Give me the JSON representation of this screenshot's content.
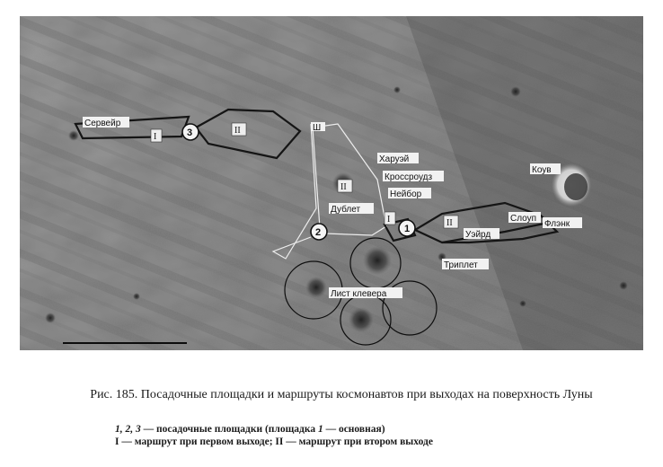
{
  "map": {
    "labels": {
      "surveyor": "Сервейр",
      "harvey": "Харуэй",
      "crossroads": "Кроссроудз",
      "neighbor": "Нейбор",
      "doublet": "Дублет",
      "cove": "Коув",
      "slope": "Слоуп",
      "flank": "Флэнк",
      "ward": "Уэйрд",
      "triplet": "Триплет",
      "cloverleaf": "Лист клевера",
      "rim": "Ш"
    },
    "sites": {
      "s1": "1",
      "s2": "2",
      "s3": "3"
    },
    "routes": {
      "first": "I",
      "second": "II"
    }
  },
  "caption": {
    "title": "Рис. 185. Посадочные площадки и маршруты космонавтов при выходах на поверхность Луны",
    "legend_sites_nums": "1, 2, 3",
    "legend_sites_text": " — посадочные площадки (площадка ",
    "legend_sites_main": "1",
    "legend_sites_end": " — основная)",
    "legend_routes": "I — маршрут при первом выходе;  II — маршрут при втором выходе"
  }
}
